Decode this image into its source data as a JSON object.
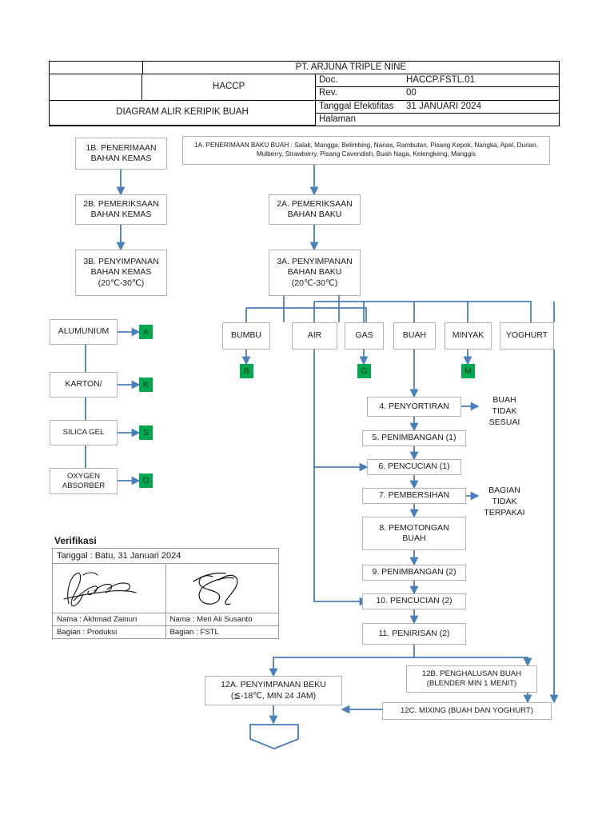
{
  "header": {
    "logo_cell": "",
    "company": "PT. ARJUNA TRIPLE NINE",
    "system": "HACCP",
    "diagram_title": "DIAGRAM ALIR KERIPIK BUAH",
    "fields": [
      {
        "label": "Doc.",
        "value": "HACCP.FSTL.01"
      },
      {
        "label": "Rev.",
        "value": "00"
      },
      {
        "label": "Tanggal Efektifitas",
        "value": "31 JANUARI 2024"
      },
      {
        "label": "Halaman",
        "value": ""
      }
    ]
  },
  "flow": {
    "receiving_packaging": "1B. PENERIMAAN\nBAHAN KEMAS",
    "receiving_raw": "1A. PENERIMAAN BAKU BUAH : Salak, Mangga, Belimbing, Nanas, Rambutan, Pisang Kepok, Nangka, Apel, Durian, Mulberry, Strawberry, Pisang Cavendish, Buah Naga, Kelengkeng, Manggis",
    "inspect_packaging": "2B. PEMERIKSAAN\nBAHAN KEMAS",
    "inspect_raw": "2A. PEMERIKSAAN\nBAHAN BAKU",
    "store_packaging": "3B. PENYIMPANAN\nBAHAN KEMAS\n(20℃-30℃)",
    "store_raw": "3A. PENYIMPANAN\nBAHAN BAKU\n(20℃-30℃)",
    "ingredients": [
      {
        "label": "BUMBU",
        "badge": "B"
      },
      {
        "label": "AIR",
        "badge": ""
      },
      {
        "label": "GAS",
        "badge": "G"
      },
      {
        "label": "BUAH",
        "badge": ""
      },
      {
        "label": "MINYAK",
        "badge": "M"
      },
      {
        "label": "YOGHURT",
        "badge": ""
      }
    ],
    "packaging_materials": [
      {
        "label": "ALUMUNIUM",
        "badge": "A"
      },
      {
        "label": "KARTON/",
        "badge": "K"
      },
      {
        "label": "SILICA GEL",
        "badge": "S"
      },
      {
        "label": "OXYGEN\nABSORBER",
        "badge": "O"
      }
    ],
    "steps": [
      {
        "id": "s4",
        "label": "4. PENYORTIRAN"
      },
      {
        "id": "s5",
        "label": "5. PENIMBANGAN (1)"
      },
      {
        "id": "s6",
        "label": "6. PENCUCIAN (1)"
      },
      {
        "id": "s7",
        "label": "7. PEMBERSIHAN"
      },
      {
        "id": "s8",
        "label": "8. PEMOTONGAN\nBUAH"
      },
      {
        "id": "s9",
        "label": "9. PENIMBANGAN (2)"
      },
      {
        "id": "s10",
        "label": "10. PENCUCIAN (2)"
      },
      {
        "id": "s11",
        "label": "11. PENIRISAN (2)"
      }
    ],
    "waste_sort": "BUAH\nTIDAK\nSESUAI",
    "waste_clean": "BAGIAN\nTIDAK\nTERPAKAI",
    "freeze_storage": "12A. PENYIMPANAN BEKU\n(≦-18℃, MIN 24 JAM)",
    "blending": "12B. PENGHALUSAN BUAH\n(BLENDER MIN 1 MENIT)",
    "mixing": "12C. MIXING (BUAH DAN YOGHURT)"
  },
  "verification": {
    "title": "Verifikasi",
    "date": "Tanggal : Batu, 31 Januari 2024",
    "signers": [
      {
        "name": "Nama : Akhmad Zainuri",
        "division": "Bagian : Produksi"
      },
      {
        "name": "Nama : Meri Ali Susanto",
        "division": "Bagian : FSTL"
      }
    ]
  },
  "colors": {
    "badge_green": "#00a84f",
    "connector_blue": "#4a7ebb",
    "box_border": "#b3b3b3",
    "table_border": "#000000"
  }
}
